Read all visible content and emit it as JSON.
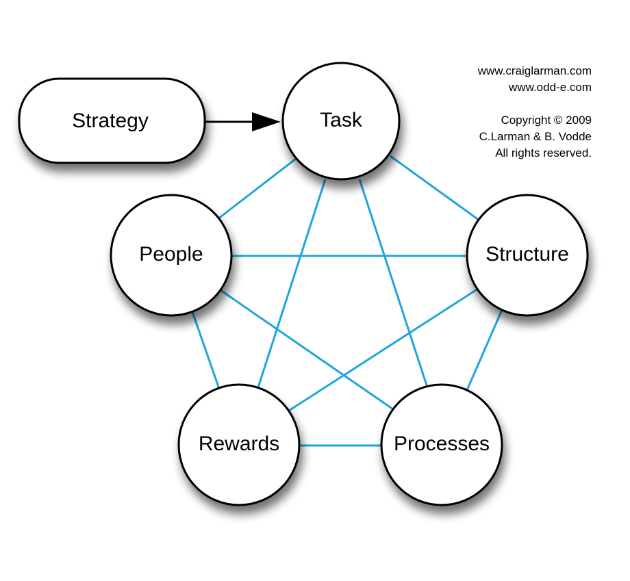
{
  "nodes": {
    "strategy": "Strategy",
    "task": "Task",
    "people": "People",
    "structure": "Structure",
    "rewards": "Rewards",
    "processes": "Processes"
  },
  "credits": {
    "url1": "www.craiglarman.com",
    "url2": "www.odd-e.com",
    "copyright": "Copyright © 2009",
    "authors": "C.Larman & B. Vodde",
    "rights": "All rights reserved."
  },
  "colors": {
    "link": "#1fa6d8",
    "outline": "#000000",
    "fill": "#ffffff"
  }
}
